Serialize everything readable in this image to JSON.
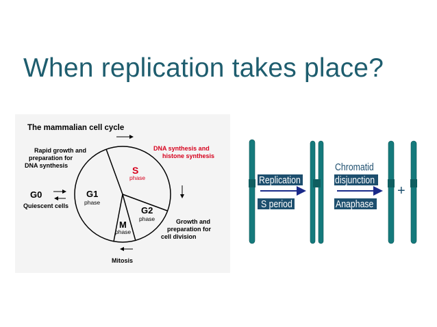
{
  "slide": {
    "title": "When replication takes place?"
  },
  "cell_cycle": {
    "heading": "The mammalian cell cycle",
    "g1_note": [
      "Rapid growth and",
      "preparation for",
      "DNA synthesis"
    ],
    "s_note": [
      "DNA synthesis and",
      "histone synthesis"
    ],
    "g2_note": [
      "Growth and",
      "preparation for",
      "cell division"
    ],
    "g0_label": "G0",
    "g0_note": "Quiescent cells",
    "phases": {
      "g1": "G1",
      "s": "S",
      "g2": "G2",
      "m": "M",
      "phase_word": "phase"
    },
    "mitosis_label": "Mitosis"
  },
  "replication": {
    "step1_top": "Replication",
    "step1_bottom": "S period",
    "step2_top": [
      "Chromatid",
      "disjunction"
    ],
    "step2_bottom": "Anaphase",
    "plus": "+"
  },
  "colors": {
    "title": "#1e5d6e",
    "chromosome": "#157a7c",
    "label_bg": "#1d4f6e",
    "arrow": "#1a2a8a",
    "s_phase": "#d6001c"
  }
}
